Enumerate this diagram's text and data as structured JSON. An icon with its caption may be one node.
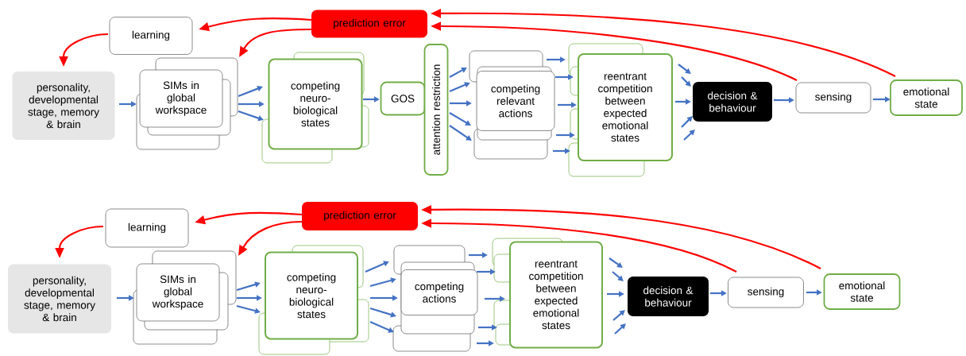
{
  "diagram": {
    "nodes": [
      {
        "text": [
          "prediction error"
        ]
      },
      {
        "text": [
          "learning"
        ]
      },
      {
        "text": [
          "personality, developmental stage, memory & brain"
        ]
      },
      {
        "text": [
          "SIMs in global workspace"
        ]
      },
      {
        "text": [
          "competing neuro-biological states"
        ]
      },
      {
        "text": [
          "GOS"
        ]
      },
      {
        "text": [
          "attention restriction"
        ]
      },
      {
        "text": [
          "competing relevant actions"
        ]
      },
      {
        "text": [
          "reentrant competition between expected emotional states"
        ]
      },
      {
        "text": [
          "decision & behaviour"
        ]
      },
      {
        "text": [
          "sensing"
        ]
      },
      {
        "text": [
          "emotional state"
        ]
      },
      {
        "text": [
          "prediction error"
        ]
      },
      {
        "text": [
          "learning"
        ]
      },
      {
        "text": [
          "personality, developmental stage, memory & brain"
        ]
      },
      {
        "text": [
          "SIMs in global workspace"
        ]
      },
      {
        "text": [
          "competing neuro-biological states"
        ]
      },
      {
        "text": [
          "competing actions"
        ]
      },
      {
        "text": [
          "reentrant competition between expected emotional states"
        ]
      },
      {
        "text": [
          "decision & behaviour"
        ]
      },
      {
        "text": [
          "sensing"
        ]
      },
      {
        "text": [
          "emotional state"
        ]
      }
    ],
    "edges": [
      {
        "from": 2,
        "to": 3,
        "arrow": "to"
      },
      {
        "from": 3,
        "to": 4,
        "arrow": "to"
      },
      {
        "from": 3,
        "to": 4,
        "arrow": "to"
      },
      {
        "from": 3,
        "to": 4,
        "arrow": "to"
      },
      {
        "from": 4,
        "to": 5,
        "arrow": "to"
      },
      {
        "from": 6,
        "to": 7,
        "arrow": "to"
      },
      {
        "from": 6,
        "to": 7,
        "arrow": "to"
      },
      {
        "from": 6,
        "to": 7,
        "arrow": "to"
      },
      {
        "from": 6,
        "to": 7,
        "arrow": "to"
      },
      {
        "from": 6,
        "to": 7,
        "arrow": "to"
      },
      {
        "from": 7,
        "to": 8,
        "arrow": "to"
      },
      {
        "from": 7,
        "to": 8,
        "arrow": "to"
      },
      {
        "from": 7,
        "to": 8,
        "arrow": "to"
      },
      {
        "from": 7,
        "to": 8,
        "arrow": "to"
      },
      {
        "from": 7,
        "to": 8,
        "arrow": "to"
      },
      {
        "from": 8,
        "to": 9,
        "arrow": "to"
      },
      {
        "from": 8,
        "to": 9,
        "arrow": "to"
      },
      {
        "from": 8,
        "to": 9,
        "arrow": "to"
      },
      {
        "from": 8,
        "to": 9,
        "arrow": "to"
      },
      {
        "from": 8,
        "to": 9,
        "arrow": "to"
      },
      {
        "from": 9,
        "to": 10,
        "arrow": "to"
      },
      {
        "from": 10,
        "to": 11,
        "arrow": "to"
      },
      {
        "from": 11,
        "to": 0,
        "arrow": "to",
        "color": "#ff0000"
      },
      {
        "from": 10,
        "to": 0,
        "arrow": "to",
        "color": "#ff0000"
      },
      {
        "from": 0,
        "to": 1,
        "arrow": "to",
        "color": "#ff0000"
      },
      {
        "from": 0,
        "to": 3,
        "arrow": "to",
        "color": "#ff0000"
      },
      {
        "from": 1,
        "to": 2,
        "arrow": "to",
        "color": "#ff0000"
      },
      {
        "from": 14,
        "to": 15,
        "arrow": "to"
      },
      {
        "from": 15,
        "to": 16,
        "arrow": "to"
      },
      {
        "from": 15,
        "to": 16,
        "arrow": "to"
      },
      {
        "from": 15,
        "to": 16,
        "arrow": "to"
      },
      {
        "from": 16,
        "to": 17,
        "arrow": "to"
      },
      {
        "from": 16,
        "to": 17,
        "arrow": "to"
      },
      {
        "from": 16,
        "to": 17,
        "arrow": "to"
      },
      {
        "from": 16,
        "to": 17,
        "arrow": "to"
      },
      {
        "from": 16,
        "to": 17,
        "arrow": "to"
      },
      {
        "from": 17,
        "to": 18,
        "arrow": "to"
      },
      {
        "from": 17,
        "to": 18,
        "arrow": "to"
      },
      {
        "from": 17,
        "to": 18,
        "arrow": "to"
      },
      {
        "from": 17,
        "to": 18,
        "arrow": "to"
      },
      {
        "from": 17,
        "to": 18,
        "arrow": "to"
      },
      {
        "from": 18,
        "to": 19,
        "arrow": "to"
      },
      {
        "from": 18,
        "to": 19,
        "arrow": "to"
      },
      {
        "from": 18,
        "to": 19,
        "arrow": "to"
      },
      {
        "from": 18,
        "to": 19,
        "arrow": "to"
      },
      {
        "from": 18,
        "to": 19,
        "arrow": "to"
      },
      {
        "from": 19,
        "to": 20,
        "arrow": "to"
      },
      {
        "from": 20,
        "to": 21,
        "arrow": "to"
      },
      {
        "from": 21,
        "to": 12,
        "arrow": "to",
        "color": "#ff0000"
      },
      {
        "from": 20,
        "to": 12,
        "arrow": "to",
        "color": "#ff0000"
      },
      {
        "from": 12,
        "to": 13,
        "arrow": "to",
        "color": "#ff0000"
      },
      {
        "from": 12,
        "to": 15,
        "arrow": "to",
        "color": "#ff0000"
      },
      {
        "from": 13,
        "to": 14,
        "arrow": "to",
        "color": "#ff0000"
      }
    ]
  }
}
